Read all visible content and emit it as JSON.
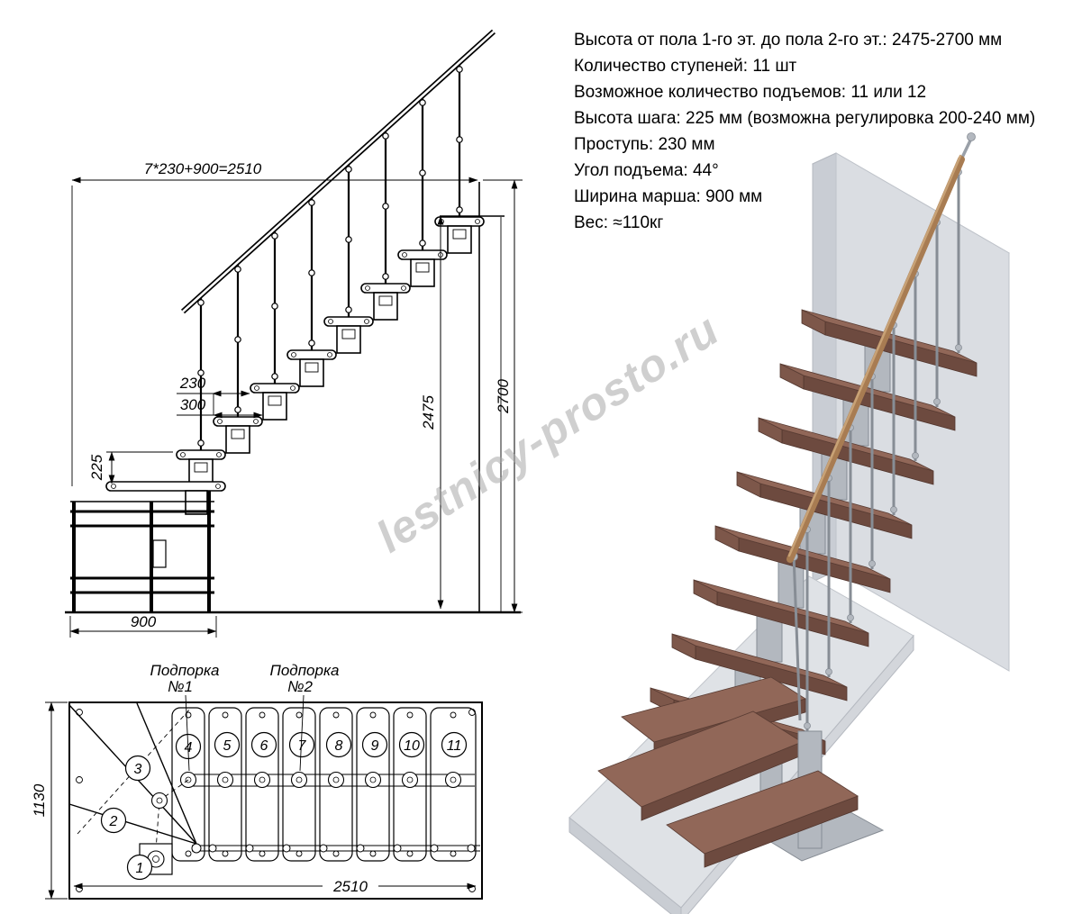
{
  "specs": {
    "lines": [
      "Высота от пола 1-го эт. до пола 2-го эт.: 2475-2700 мм",
      "Количество ступеней: 11 шт",
      "Возможное количество подъемов: 11 или 12",
      "Высота шага: 225 мм (возможна регулировка 200-240 мм)",
      "Проступь: 230 мм",
      "Угол подъема: 44°",
      "Ширина марша: 900 мм",
      "Вес: ≈110кг"
    ]
  },
  "elevation": {
    "dim_total_top": "7*230+900=2510",
    "dim_height_outer": "2700",
    "dim_height_inner": "2475",
    "dim_tread_depth": "230",
    "dim_tread_board": "300",
    "dim_riser": "225",
    "dim_width": "900"
  },
  "plan": {
    "support_1": {
      "line1": "Подпорка",
      "line2": "№1"
    },
    "support_2": {
      "line1": "Подпорка",
      "line2": "№2"
    },
    "dim_depth": "1130",
    "dim_length": "2510",
    "steps": [
      "1",
      "2",
      "3",
      "4",
      "5",
      "6",
      "7",
      "8",
      "9",
      "10",
      "11"
    ]
  },
  "watermark": "lestnicy-prosto.ru",
  "colors": {
    "line": "#000000",
    "wood_top": "#916758",
    "wood_front": "#6d4a3f",
    "rail_wood": "#a87c52",
    "metal": "#b3b8bf",
    "wall": "#dadde2",
    "floor": "#dfe2e6",
    "watermark": "#a8a8a8"
  }
}
